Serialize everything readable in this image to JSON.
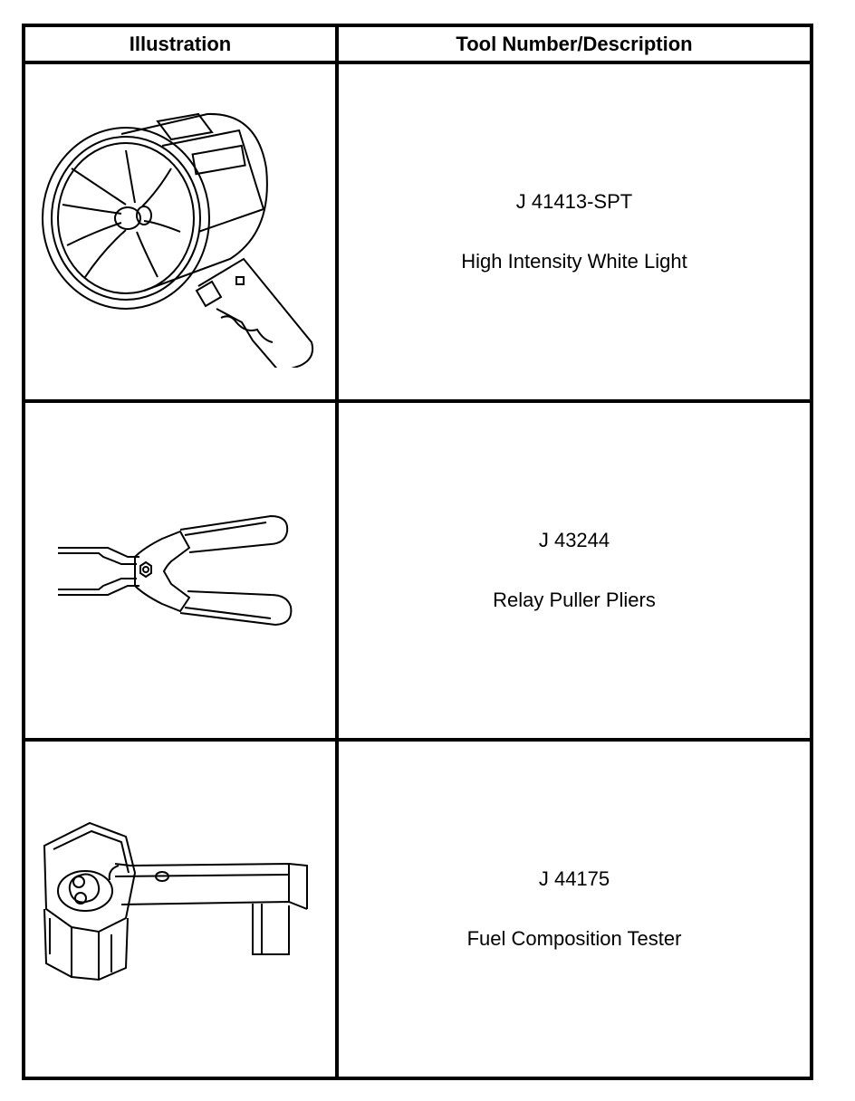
{
  "table": {
    "headers": {
      "illustration": "Illustration",
      "description": "Tool Number/Description"
    },
    "rows": [
      {
        "tool_number": "J 41413-SPT",
        "description": "High Intensity White Light",
        "illustration_icon": "spotlight-icon"
      },
      {
        "tool_number": "J 43244",
        "description": "Relay Puller Pliers",
        "illustration_icon": "relay-puller-pliers-icon"
      },
      {
        "tool_number": "J 44175",
        "description": "Fuel Composition Tester",
        "illustration_icon": "fuel-composition-tester-icon"
      }
    ]
  }
}
